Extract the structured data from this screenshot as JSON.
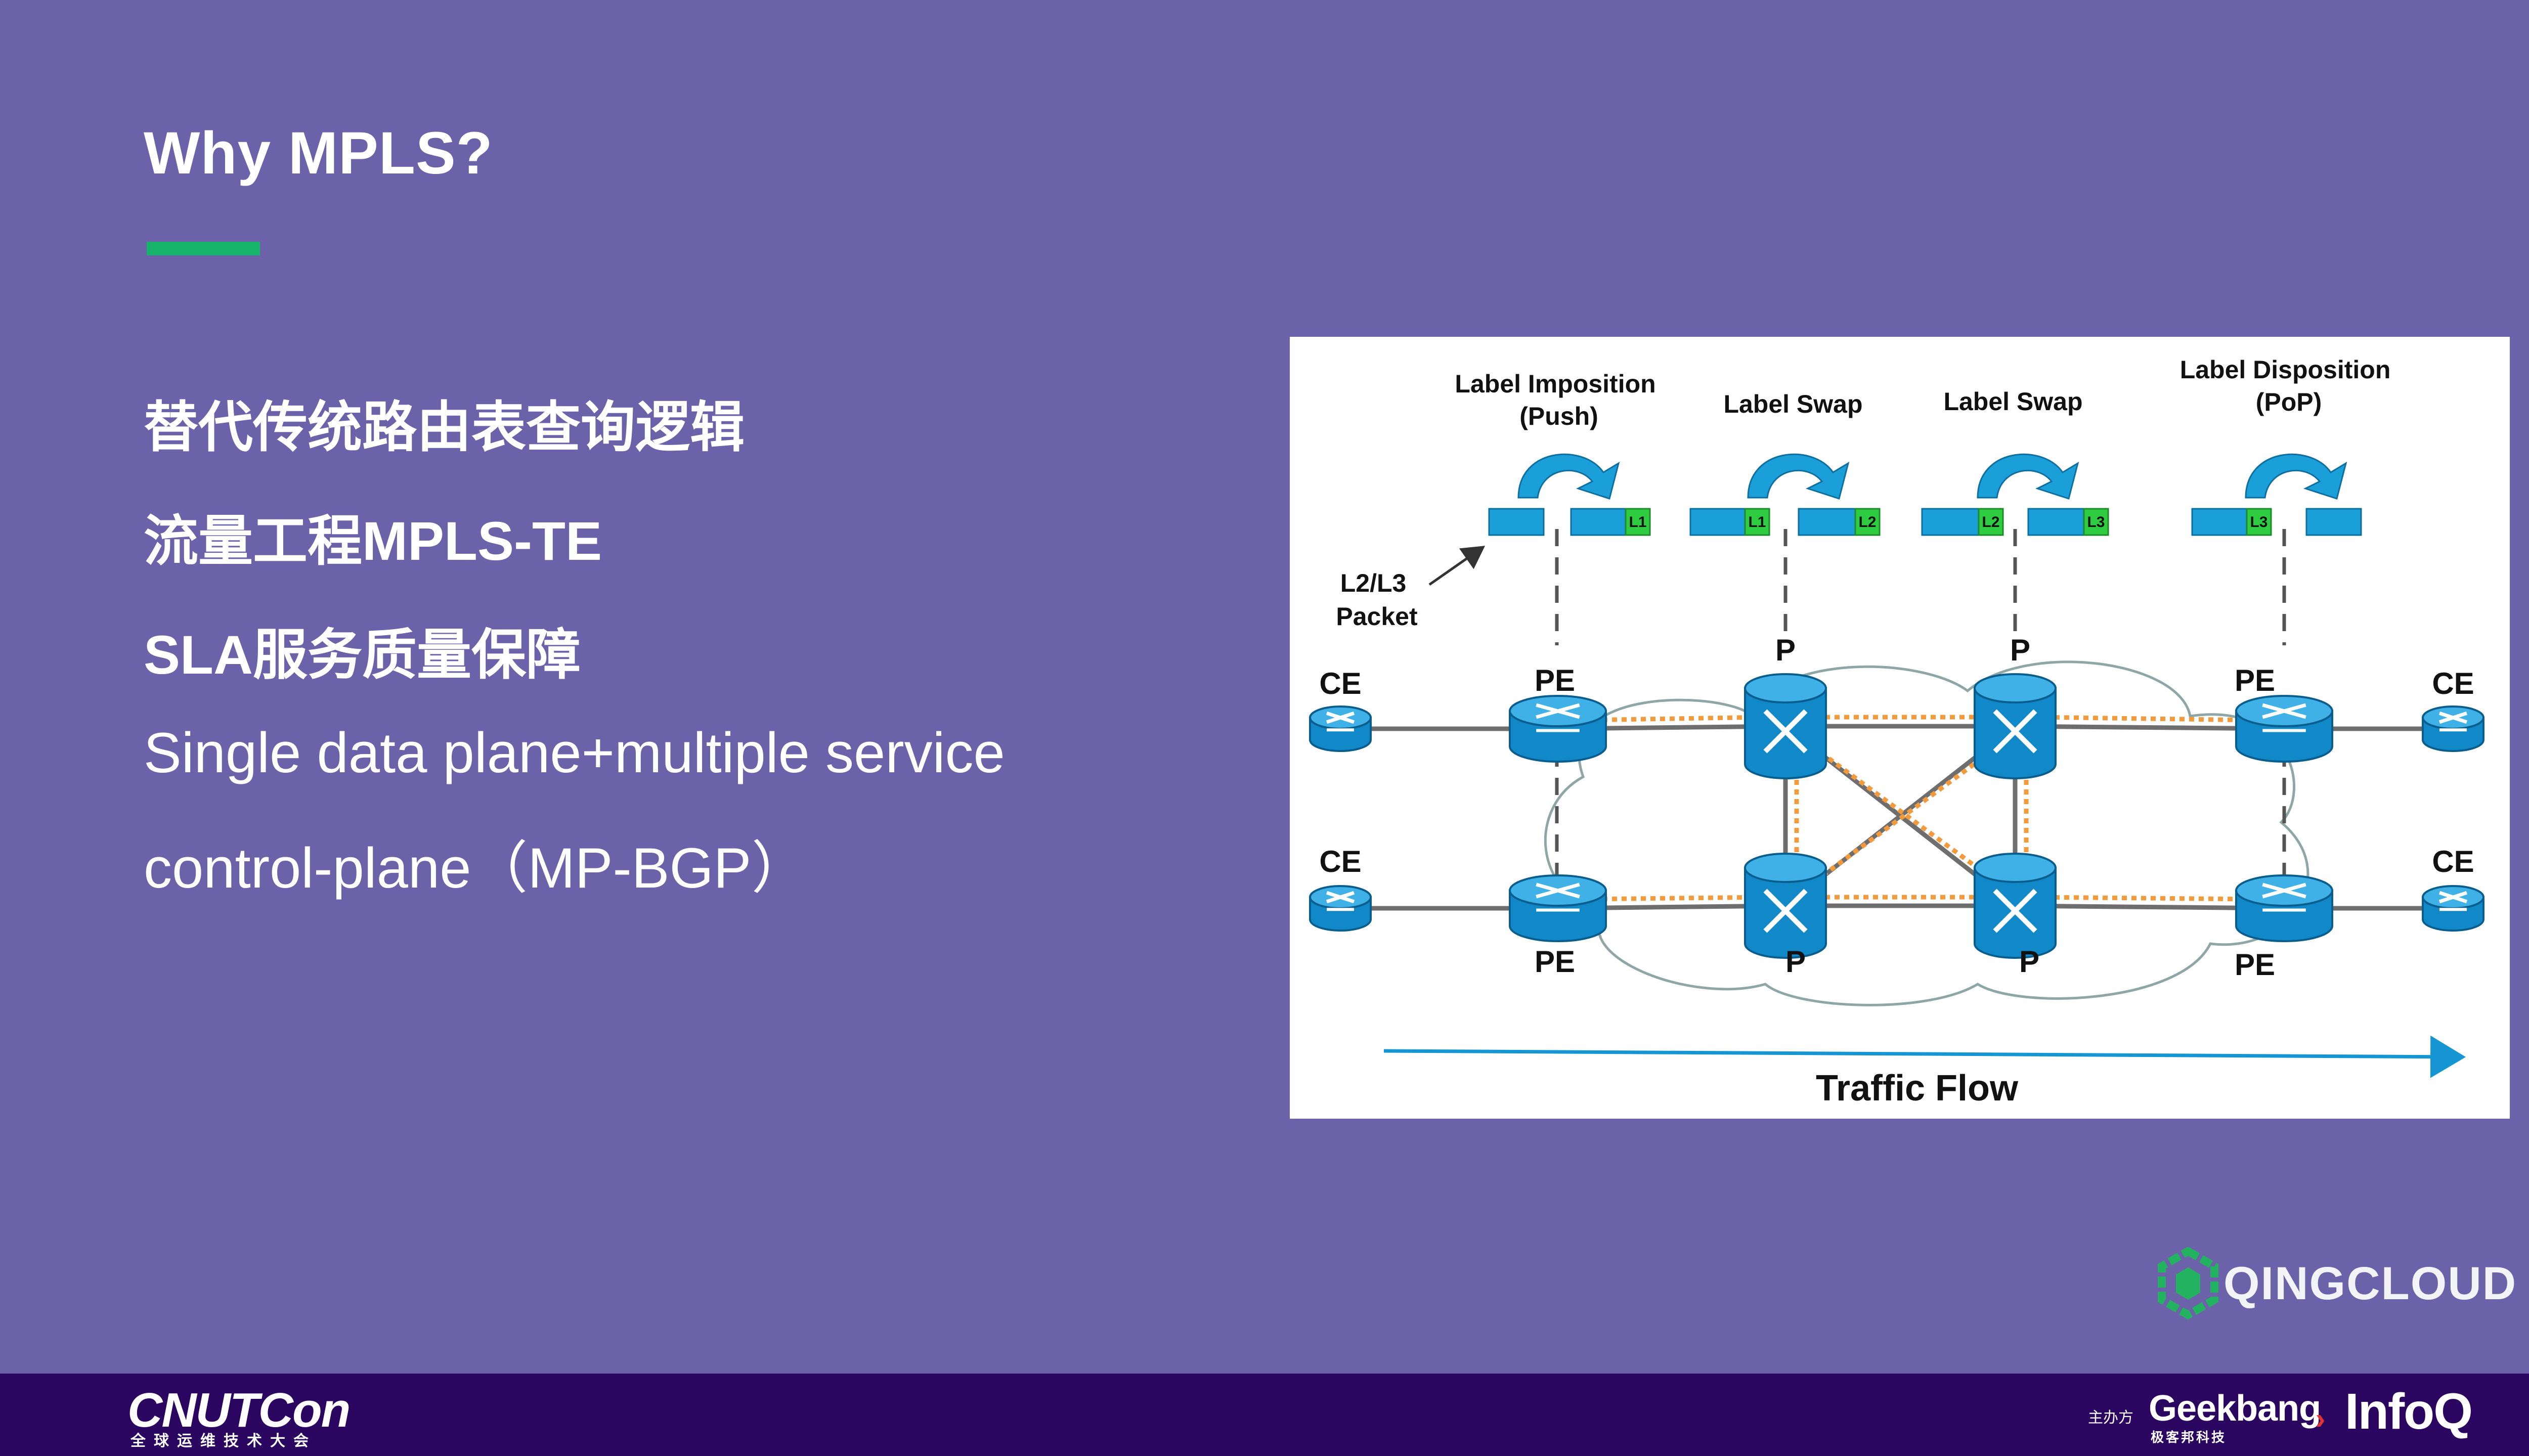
{
  "slide": {
    "title": "Why MPLS?",
    "accent_color": "#16B36A",
    "background_color": "#6B62AA",
    "bullets": [
      "替代传统路由表查询逻辑",
      "流量工程MPLS-TE",
      "SLA服务质量保障",
      "Single data plane+multiple service",
      "control-plane（MP-BGP）"
    ]
  },
  "diagram": {
    "stage_labels": {
      "push": "Label Imposition\n(Push)",
      "swap1": "Label Swap",
      "swap2": "Label Swap",
      "pop": "Label Disposition\n(PoP)"
    },
    "packet_label": "L2/L3\nPacket",
    "labels": {
      "l1": "L1",
      "l2": "L2",
      "l3": "L3"
    },
    "nodes": {
      "ce": "CE",
      "pe": "PE",
      "p": "P"
    },
    "traffic_flow": "Traffic Flow",
    "colors": {
      "router": "#1189C9",
      "label_tag": "#2ECC40",
      "packet": "#1A9FD8",
      "lsp": "#F39A3D",
      "link": "#6E6E6E",
      "arrow": "#1596D2"
    }
  },
  "brand": {
    "qingcloud": "QINGCLOUD",
    "cnutcon": "CNUTCon",
    "cnutcon_sub": "全球运维技术大会",
    "host_label": "主办方",
    "geekbang": "Geekbang",
    "geekbang_sub": "极客邦科技",
    "infoq": "InfoQ"
  }
}
